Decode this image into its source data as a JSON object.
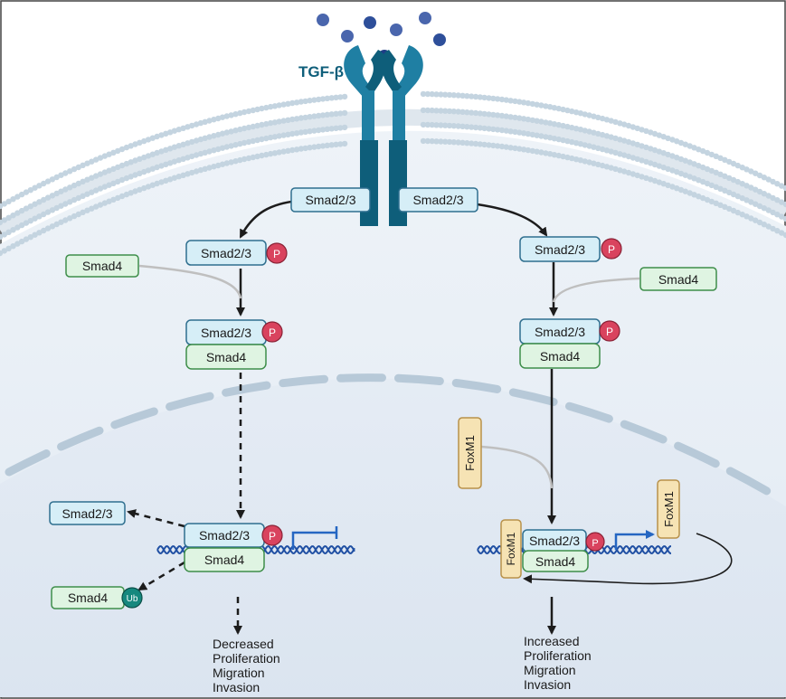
{
  "ligand_label": "TGF-β",
  "receptor_boxes": {
    "left": "Smad2/3",
    "right": "Smad2/3"
  },
  "left_pathway": {
    "smad23_phos": "Smad2/3",
    "smad4_free": "Smad4",
    "complex_smad23": "Smad2/3",
    "complex_smad4": "Smad4",
    "nuclear_smad23": "Smad2/3",
    "nuclear_smad4": "Smad4",
    "exported_smad23": "Smad2/3",
    "degraded_smad4": "Smad4",
    "ub_badge": "Ub",
    "outcome": [
      "Decreased",
      "Proliferation",
      "Migration",
      "Invasion"
    ]
  },
  "right_pathway": {
    "smad23_phos": "Smad2/3",
    "smad4_free": "Smad4",
    "complex_smad23": "Smad2/3",
    "complex_smad4": "Smad4",
    "foxm1_nucleus": "FoxM1",
    "foxm1_bound": "FoxM1",
    "nuclear_smad23": "Smad2/3",
    "nuclear_smad4": "Smad4",
    "foxm1_product": "FoxM1",
    "outcome": [
      "Increased",
      "Proliferation",
      "Migration",
      "Invasion"
    ]
  },
  "phospho_badge": "P",
  "colors": {
    "smad23_fill": "#d6eef7",
    "smad23_stroke": "#2f6f8f",
    "smad4_fill": "#dff4e2",
    "smad4_stroke": "#3e8e4a",
    "phospho": "#d9435e",
    "ubiquitin": "#16887e",
    "foxm1_fill": "#f6e3b4",
    "foxm1_stroke": "#b8914a",
    "receptor": "#0e5e7a",
    "ligand": "#2e4f9a",
    "membrane": "#c4d4e0",
    "dna": "#1f4fa3",
    "promoter": "#2566c2"
  }
}
